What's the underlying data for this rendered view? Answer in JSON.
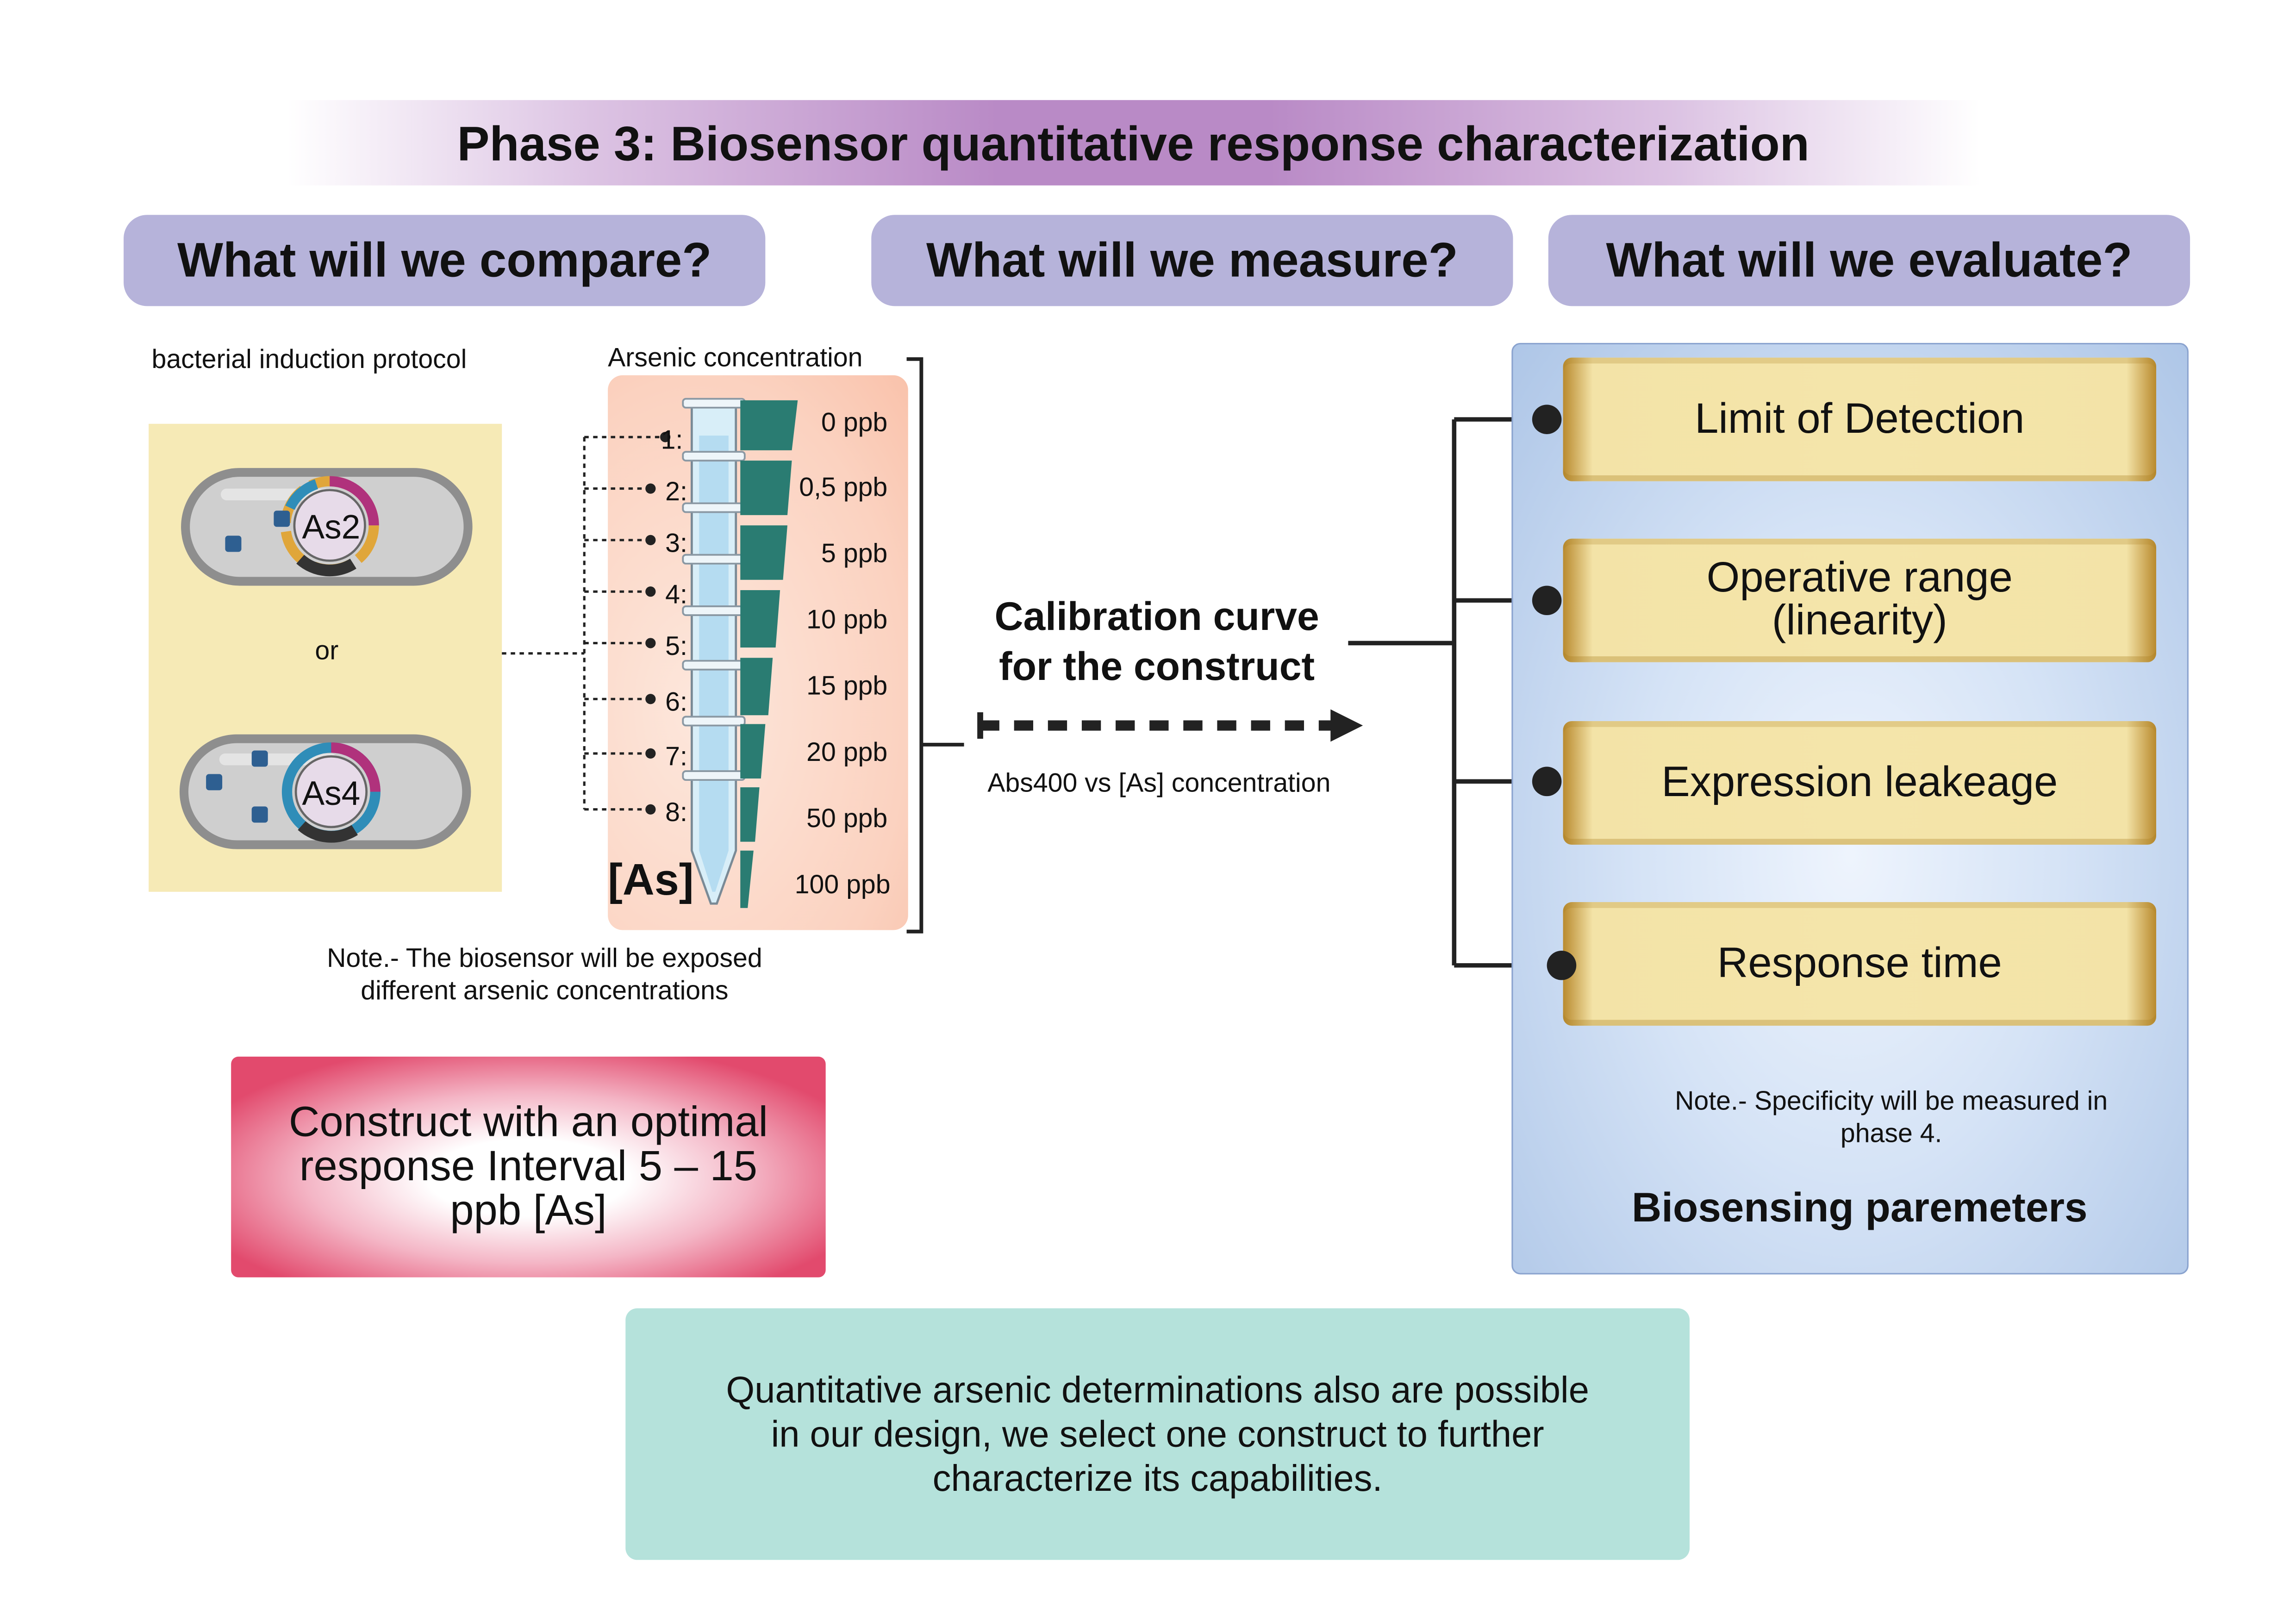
{
  "title": "Phase 3: Biosensor quantitative response characterization",
  "questions": {
    "compare": "What will we compare?",
    "measure": "What will we measure?",
    "evaluate": "What will we evaluate?"
  },
  "compare": {
    "protocol_label": "bacterial induction protocol",
    "or_label": "or",
    "plasmid_a": "As2",
    "plasmid_b": "As4",
    "arsenic_label": "Arsenic concentration",
    "tube_labels": [
      "1:",
      "2:",
      "3:",
      "4:",
      "5:",
      "6:",
      "7:",
      "8:"
    ],
    "concentrations": [
      "0 ppb",
      "0,5 ppb",
      "5 ppb",
      "10 ppb",
      "15 ppb",
      "20 ppb",
      "50 ppb",
      "100 ppb"
    ],
    "as_symbol": "[As]",
    "note_line1": "Note.- The biosensor will be exposed",
    "note_line2": "different arsenic concentrations"
  },
  "measure": {
    "title_line1": "Calibration curve",
    "title_line2": "for the construct",
    "subtitle": "Abs400 vs [As] concentration"
  },
  "evaluate": {
    "parameters": [
      "Limit of Detection",
      "Operative range",
      "(linearity)",
      "Expression leakeage",
      "Response time"
    ],
    "note_line1": "Note.- Specificity will be measured in",
    "note_line2": "phase  4.",
    "panel_title": "Biosensing paremeters"
  },
  "construct": {
    "line1": "Construct with an optimal",
    "line2": "response Interval 5 – 15",
    "line3": "ppb [As]"
  },
  "bottom": {
    "line1": "Quantitative arsenic determinations also are possible",
    "line2": "in our design, we select one construct to further",
    "line3": "characterize its capabilities."
  },
  "colors": {
    "title_banner": "#b98ac6",
    "question_pill": "#b6b3da",
    "protocol_bg": "#f6eab6",
    "tube_panel": "#fbd2c0",
    "wedge": "#2a7c72",
    "param_box": "#f4e5aa",
    "eval_panel": "#c9dbf3",
    "construct_box": "#e24a6d",
    "bottom_box": "#b5e2db"
  }
}
